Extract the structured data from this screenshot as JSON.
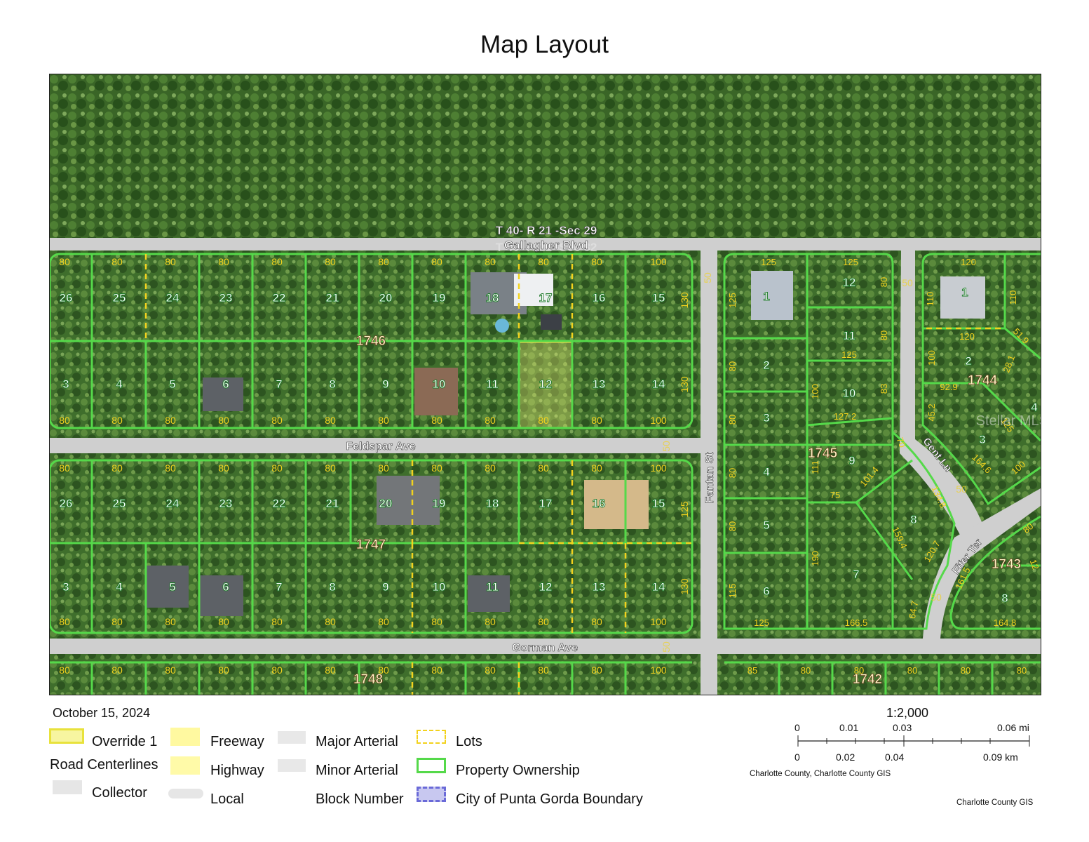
{
  "title": "Map Layout",
  "date": "October 15, 2024",
  "watermark": "Stellar MLS",
  "map": {
    "section_label": "T 40- R 21 -Sec 29",
    "section_label_ghost": "T 40- R 21 -Sec 32",
    "streets": {
      "gallagher": "Gallagher Blvd",
      "feldspar": "Feldspar Ave",
      "gorman": "Gorman Ave",
      "fantan": "Fantan St",
      "gent": "Gent Ln",
      "fifer": "Fifer Ter"
    },
    "blocks": [
      "1746",
      "1747",
      "1748",
      "1745",
      "1744",
      "1743",
      "1742"
    ],
    "row1_top_dims": [
      "80",
      "80",
      "80",
      "80",
      "80",
      "80",
      "80",
      "80",
      "80",
      "80",
      "80",
      "100"
    ],
    "row1_lots": [
      "26",
      "25",
      "24",
      "23",
      "22",
      "21",
      "20",
      "19",
      "18",
      "17",
      "16",
      "15"
    ],
    "row2_lots": [
      "3",
      "4",
      "5",
      "6",
      "7",
      "8",
      "9",
      "10",
      "11",
      "12",
      "13",
      "14"
    ],
    "row2_bottom_dims": [
      "80",
      "80",
      "80",
      "80",
      "80",
      "80",
      "80",
      "80",
      "80",
      "80",
      "80",
      "100"
    ],
    "row3_top_dims": [
      "80",
      "80",
      "80",
      "80",
      "80",
      "80",
      "80",
      "80",
      "80",
      "80",
      "80",
      "100"
    ],
    "row3_lots": [
      "26",
      "25",
      "24",
      "23",
      "22",
      "21",
      "20",
      "19",
      "18",
      "17",
      "16",
      "15"
    ],
    "row4_lots": [
      "3",
      "4",
      "5",
      "6",
      "7",
      "8",
      "9",
      "10",
      "11",
      "12",
      "13",
      "14"
    ],
    "row4_bottom_dims": [
      "80",
      "80",
      "80",
      "80",
      "80",
      "80",
      "80",
      "80",
      "80",
      "80",
      "80",
      "100"
    ],
    "row5_top_dims": [
      "80",
      "80",
      "80",
      "80",
      "80",
      "80",
      "80",
      "80",
      "80",
      "80",
      "80",
      "100"
    ],
    "side_dims": {
      "r1": "130",
      "r2": "130",
      "r3": "125",
      "r4": "130",
      "fifty_a": "50",
      "fifty_b": "50",
      "fifty_c": "50",
      "fifty_d": "50",
      "fifty_e": "50",
      "fifty_f": "50",
      "fifty_g": "50"
    },
    "east": {
      "lot1": "1",
      "lot2": "2",
      "lot3": "3",
      "lot4": "4",
      "lot5": "5",
      "lot6": "6",
      "d125a": "125",
      "d125b": "125",
      "d80a": "80",
      "d80b": "80",
      "d80c": "80",
      "d80d": "80",
      "d115": "115",
      "d125c": "125",
      "lot12": "12",
      "lot11": "11",
      "lot10": "10",
      "lot9": "9",
      "lot8": "8",
      "lot7": "7",
      "d125d": "125",
      "d80e": "80",
      "d80f": "80",
      "d125e": "125",
      "d100": "100",
      "d83": "83",
      "d1272": "127.2",
      "d111": "111",
      "d70": "70",
      "d1014": "101.4",
      "d75": "75",
      "d1348": "134.8",
      "d1594": "159.4",
      "d1207": "120.7",
      "d190": "190",
      "d647": "64.7",
      "d1665": "166.5",
      "e120": "120",
      "e110a": "110",
      "e110b": "110",
      "e1": "1",
      "e120b": "120",
      "e519": "51.9",
      "e2": "2",
      "e100": "100",
      "e281": "28.1",
      "e929": "92.9",
      "e452": "45.2",
      "e3": "3",
      "e125": "125",
      "e1646": "164.6",
      "e100b": "100",
      "e4": "4",
      "f80": "80",
      "f12": "12",
      "f1615": "161.5",
      "f8": "8",
      "f1648": "164.8",
      "g85": "85",
      "g80a": "80",
      "g80b": "80",
      "g80c": "80",
      "g80d": "80",
      "g80e": "80",
      "g80f": "80"
    }
  },
  "legend": {
    "override": "Override 1",
    "road_centerlines": "Road Centerlines",
    "collector": "Collector",
    "freeway": "Freeway",
    "highway": "Highway",
    "local": "Local",
    "major_arterial": "Major Arterial",
    "minor_arterial": "Minor Arterial",
    "block_number": "Block Number",
    "lots": "Lots",
    "property_ownership": "Property Ownership",
    "city_boundary": "City of Punta Gorda Boundary"
  },
  "scale": {
    "ratio": "1:2,000",
    "mi_labels": [
      "0",
      "0.01",
      "0.03",
      "0.06 mi"
    ],
    "km_labels": [
      "0",
      "0.02",
      "0.04",
      "0.09 km"
    ],
    "credit_1": "Charlotte County, Charlotte County GIS",
    "credit_2": "Charlotte County GIS"
  },
  "colors": {
    "property_line": "#55d94a",
    "lot_line": "#f2d21e",
    "dimension_text": "#f2d21e",
    "lot_number": "#ffffff",
    "lot_number_halo": "#1e7a2a",
    "block_text": "#fff3c4",
    "road": "#cfcfcf",
    "vegetation": "#3c6b2a"
  }
}
